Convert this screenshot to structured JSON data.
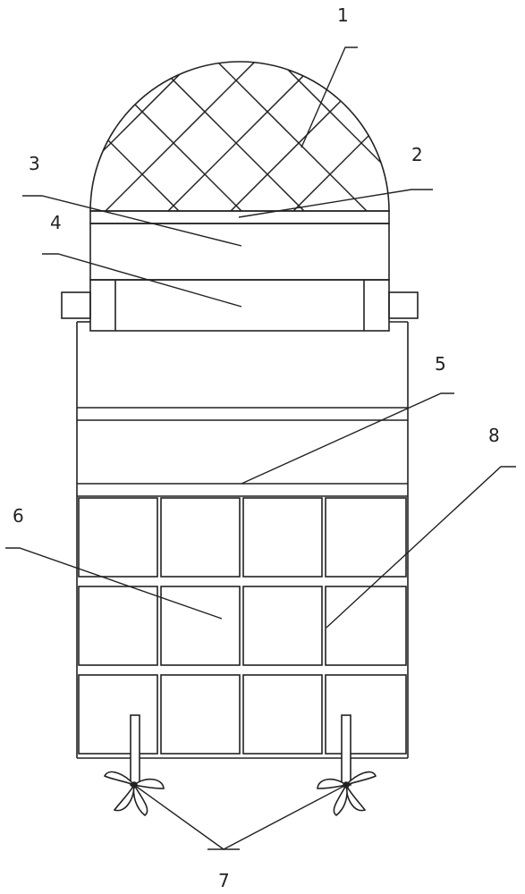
{
  "colors": {
    "ink": "#222222",
    "paper": "#ffffff"
  },
  "labels": {
    "l1": "1",
    "l2": "2",
    "l3": "3",
    "l4": "4",
    "l5": "5",
    "l6": "6",
    "l7": "7",
    "l8": "8"
  }
}
